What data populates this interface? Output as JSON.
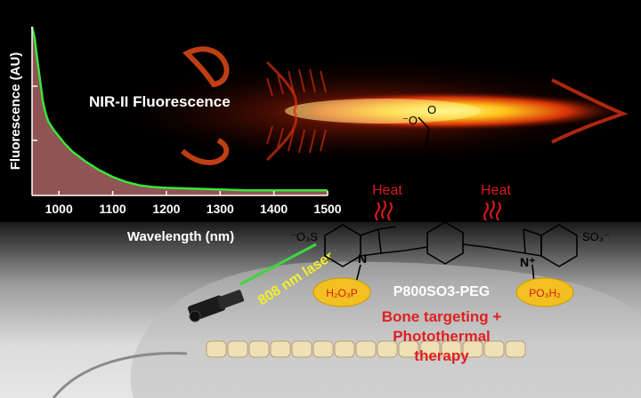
{
  "chart_data": {
    "type": "area",
    "xlabel": "Wavelength (nm)",
    "ylabel": "Fluorescence (AU)",
    "xlim": [
      950,
      1500
    ],
    "x_ticks": [
      "1000",
      "1100",
      "1200",
      "1300",
      "1400",
      "1500"
    ],
    "grid": false,
    "annotation": "NIR-II Fluorescence",
    "series": [
      {
        "x": [
          950,
          955,
          960,
          965,
          970,
          975,
          980,
          990,
          1000,
          1010,
          1025,
          1050,
          1075,
          1100,
          1125,
          1150,
          1175,
          1200,
          1250,
          1300,
          1350,
          1400,
          1450,
          1500
        ],
        "y": [
          1.0,
          0.93,
          0.8,
          0.68,
          0.56,
          0.49,
          0.44,
          0.39,
          0.35,
          0.31,
          0.26,
          0.2,
          0.15,
          0.11,
          0.08,
          0.06,
          0.05,
          0.045,
          0.04,
          0.035,
          0.03,
          0.03,
          0.03,
          0.03
        ],
        "color": "#39e639",
        "fill": "#c07070"
      }
    ]
  },
  "molecule": {
    "name": "P800SO3-PEG",
    "heat_left": "Heat",
    "heat_right": "Heat",
    "group_left": "H₂O₃P",
    "group_right": "PO₃H₂",
    "so3_left": "⁻O₃S",
    "so3_right": "SO₃⁻",
    "n_left": "N",
    "n_right": "N⁺",
    "sulfur": "S",
    "oxygen_top": "O",
    "oxygen_minus": "⁻O",
    "oxygen_1": "O",
    "oxygen_2": "O"
  },
  "laser_label": "808 nm laser",
  "therapy": {
    "line1": "Bone targeting +",
    "line2": "Photothermal",
    "line3": "therapy"
  },
  "colors": {
    "heat": "#dd1a1a",
    "therapy": "#e02020",
    "laser": "#f2ef2a",
    "badge": "#f2c020",
    "curve": "#39e639"
  }
}
